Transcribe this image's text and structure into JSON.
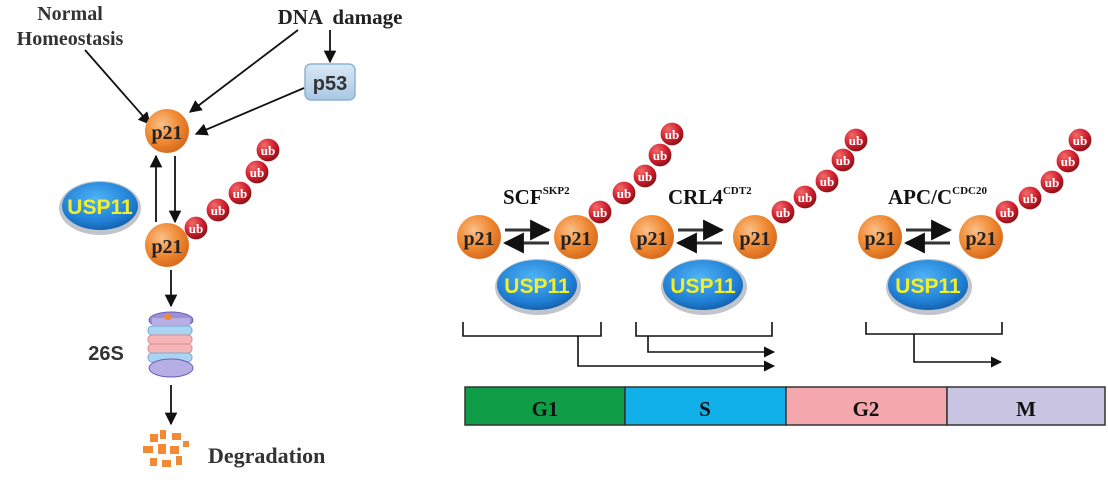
{
  "inputs": {
    "normal_line1": "Normal",
    "normal_line2": "Homeostasis",
    "dna_damage": "DNA  damage",
    "p53": "p53"
  },
  "protein": {
    "p21": "p21",
    "usp11": "USP11",
    "ub": "ub"
  },
  "proteasome_label": "26S",
  "degradation_label": "Degradation",
  "ligases": {
    "scf": {
      "name": "SCF",
      "sup": "SKP2"
    },
    "crl4": {
      "name": "CRL4",
      "sup": "CDT2"
    },
    "apc": {
      "name": "APC/C",
      "sup": "CDC20"
    }
  },
  "cell_cycle": [
    {
      "label": "G1",
      "color": "#0f9d48"
    },
    {
      "label": "S",
      "color": "#12b0e8"
    },
    {
      "label": "G2",
      "color": "#f4a7ac"
    },
    {
      "label": "M",
      "color": "#c9c4e2"
    }
  ],
  "colors": {
    "p21": "#f08a34",
    "ub": "#d0202e",
    "usp11": "#1f7ed4",
    "usp11_text": "#f2ee2a",
    "p53_box": "#b8d3ea"
  }
}
